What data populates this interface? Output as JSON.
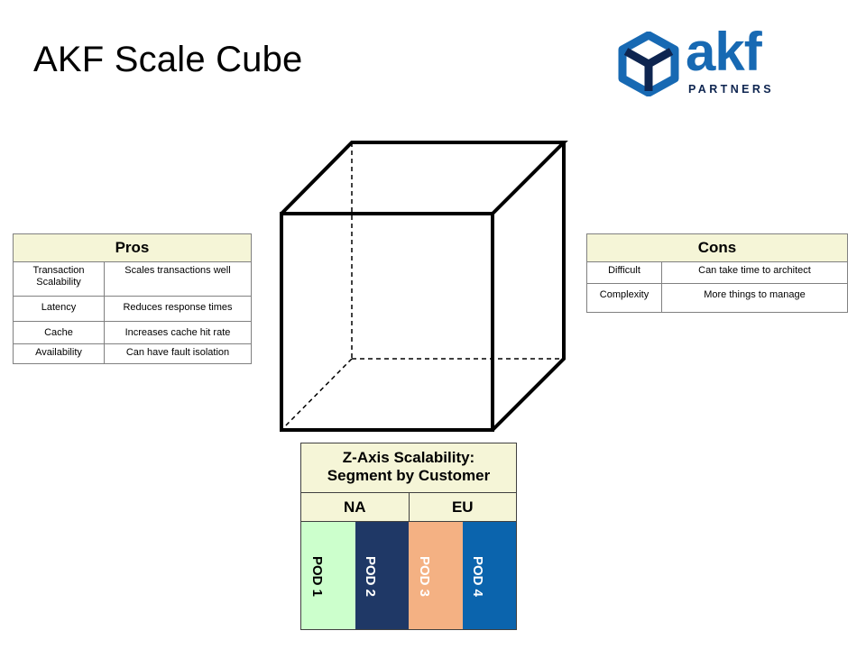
{
  "title": "AKF Scale Cube",
  "logo": {
    "word": "akf",
    "subtitle": "PARTNERS",
    "icon": "hexagon-cube-icon",
    "colors": {
      "blue": "#1769b3",
      "navy": "#0e2550"
    }
  },
  "pros": {
    "header": "Pros",
    "rows": [
      {
        "aspect": "Transaction Scalability",
        "detail": "Scales transactions well"
      },
      {
        "aspect": "Latency",
        "detail": "Reduces response times"
      },
      {
        "aspect": "Cache",
        "detail": "Increases cache hit rate"
      },
      {
        "aspect": "Availability",
        "detail": "Can have fault isolation"
      }
    ]
  },
  "cons": {
    "header": "Cons",
    "rows": [
      {
        "aspect": "Difficult",
        "detail": "Can take time to architect"
      },
      {
        "aspect": "Complexity",
        "detail": "More things to manage"
      }
    ]
  },
  "zaxis": {
    "heading_line1": "Z-Axis Scalability:",
    "heading_line2": "Segment by Customer",
    "regions": [
      "NA",
      "EU"
    ],
    "pods": [
      {
        "label": "POD 1",
        "color": "#ccffcc",
        "text_color": "#000000"
      },
      {
        "label": "POD 2",
        "color": "#1f3866",
        "text_color": "#ffffff"
      },
      {
        "label": "POD 3",
        "color": "#f4b183",
        "text_color": "#ffffff"
      },
      {
        "label": "POD 4",
        "color": "#0b64ad",
        "text_color": "#ffffff"
      }
    ]
  }
}
